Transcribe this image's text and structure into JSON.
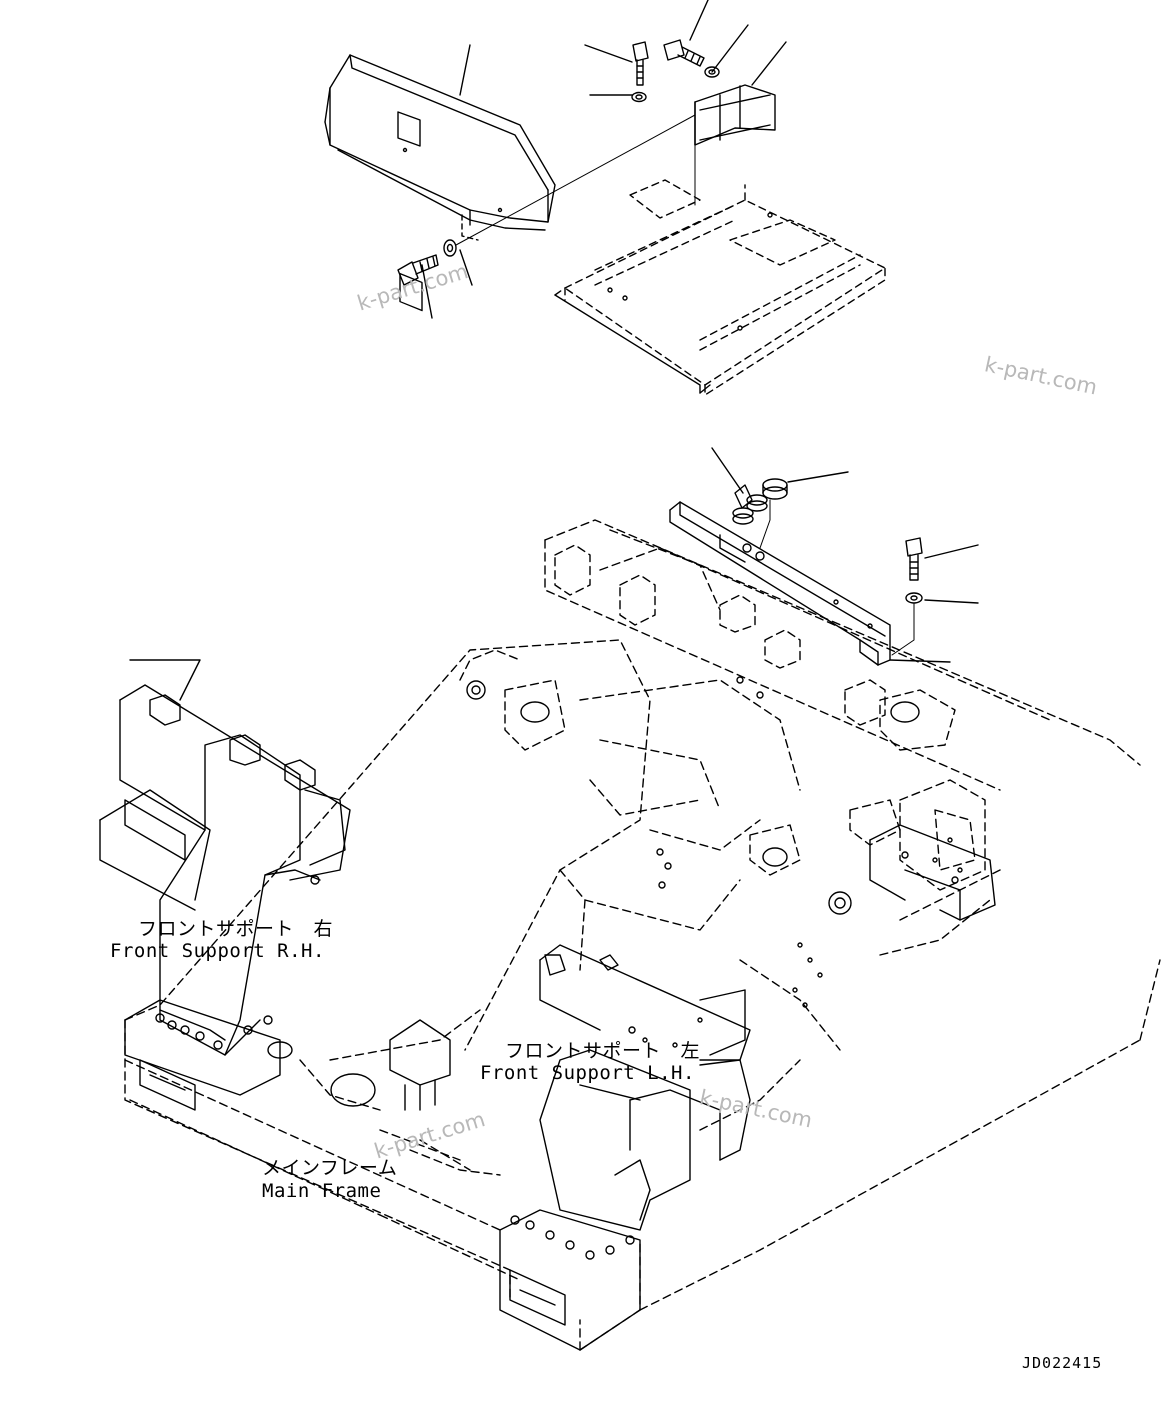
{
  "labels": {
    "front_support_rh_jp": "フロントサポート　右",
    "front_support_rh_en": "Front Support R.H.",
    "front_support_lh_jp": "フロントサポート　左",
    "front_support_lh_en": "Front Support L.H.",
    "main_frame_jp": "メインフレーム",
    "main_frame_en": "Main Frame"
  },
  "watermarks": [
    "k-part.com",
    "k-part.com",
    "k-part.com",
    "k-part.com"
  ],
  "drawing_code": "JD022415"
}
